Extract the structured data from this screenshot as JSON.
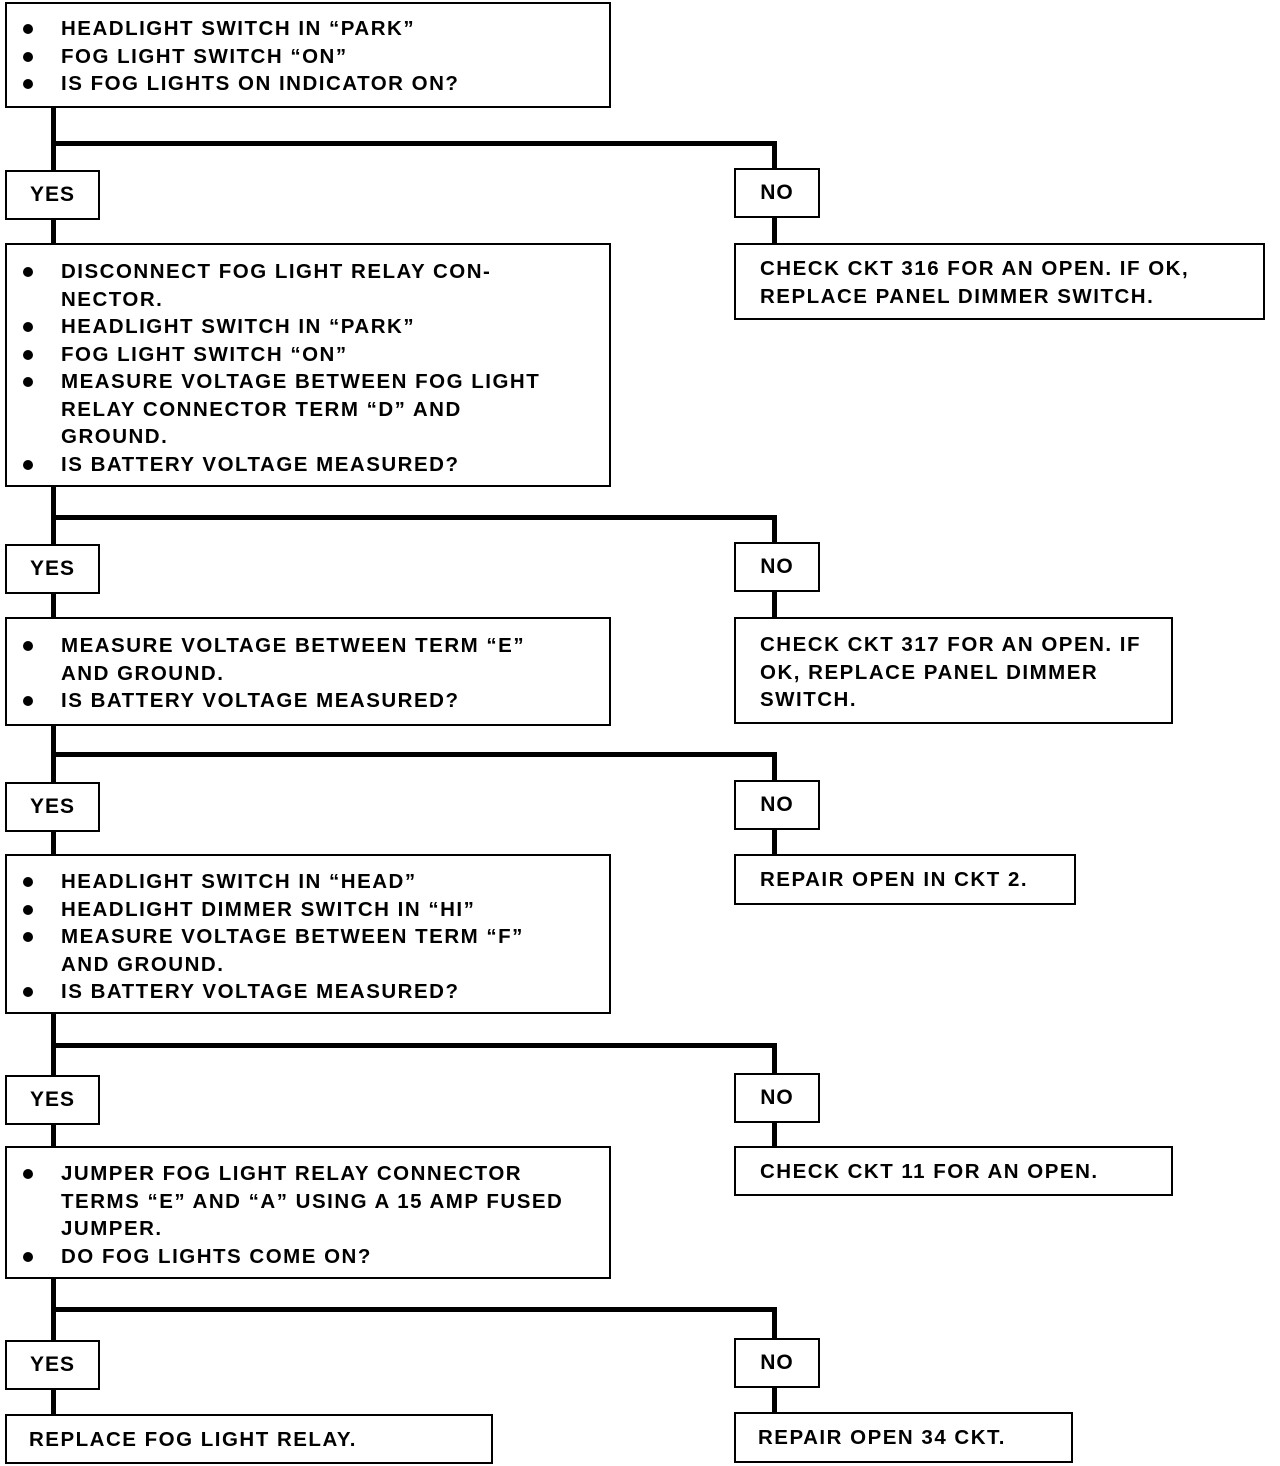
{
  "step1": {
    "items": [
      "HEADLIGHT SWITCH IN “PARK”",
      "FOG LIGHT SWITCH “ON”",
      "IS FOG LIGHTS ON INDICATOR ON?"
    ]
  },
  "branch1": {
    "yes": "YES",
    "no": "NO",
    "no_action": "CHECK CKT 316 FOR AN OPEN. IF OK, REPLACE PANEL DIMMER SWITCH."
  },
  "step2": {
    "items": [
      "DISCONNECT FOG LIGHT RELAY CON-NECTOR.",
      "HEADLIGHT SWITCH IN “PARK”",
      "FOG LIGHT SWITCH “ON”",
      "MEASURE VOLTAGE BETWEEN FOG LIGHT RELAY CONNECTOR TERM “D” AND GROUND.",
      "IS BATTERY VOLTAGE MEASURED?"
    ]
  },
  "branch2": {
    "yes": "YES",
    "no": "NO",
    "no_action": "CHECK CKT 317 FOR AN OPEN. IF OK, REPLACE PANEL DIMMER SWITCH."
  },
  "step3": {
    "items": [
      "MEASURE VOLTAGE BETWEEN TERM “E” AND GROUND.",
      "IS BATTERY VOLTAGE MEASURED?"
    ]
  },
  "branch3": {
    "yes": "YES",
    "no": "NO",
    "no_action": "REPAIR OPEN IN CKT 2."
  },
  "step4": {
    "items": [
      "HEADLIGHT SWITCH IN “HEAD”",
      "HEADLIGHT DIMMER SWITCH IN “HI”",
      "MEASURE VOLTAGE BETWEEN TERM “F” AND GROUND.",
      "IS BATTERY VOLTAGE MEASURED?"
    ]
  },
  "branch4": {
    "yes": "YES",
    "no": "NO",
    "no_action": "CHECK CKT 11 FOR AN OPEN."
  },
  "step5": {
    "items": [
      "JUMPER FOG LIGHT RELAY CONNECTOR TERMS “E” AND “A” USING A 15 AMP FUSED JUMPER.",
      "DO FOG LIGHTS COME ON?"
    ]
  },
  "branch5": {
    "yes": "YES",
    "no": "NO",
    "yes_action": "REPLACE FOG LIGHT RELAY.",
    "no_action": "REPAIR OPEN 34 CKT."
  }
}
